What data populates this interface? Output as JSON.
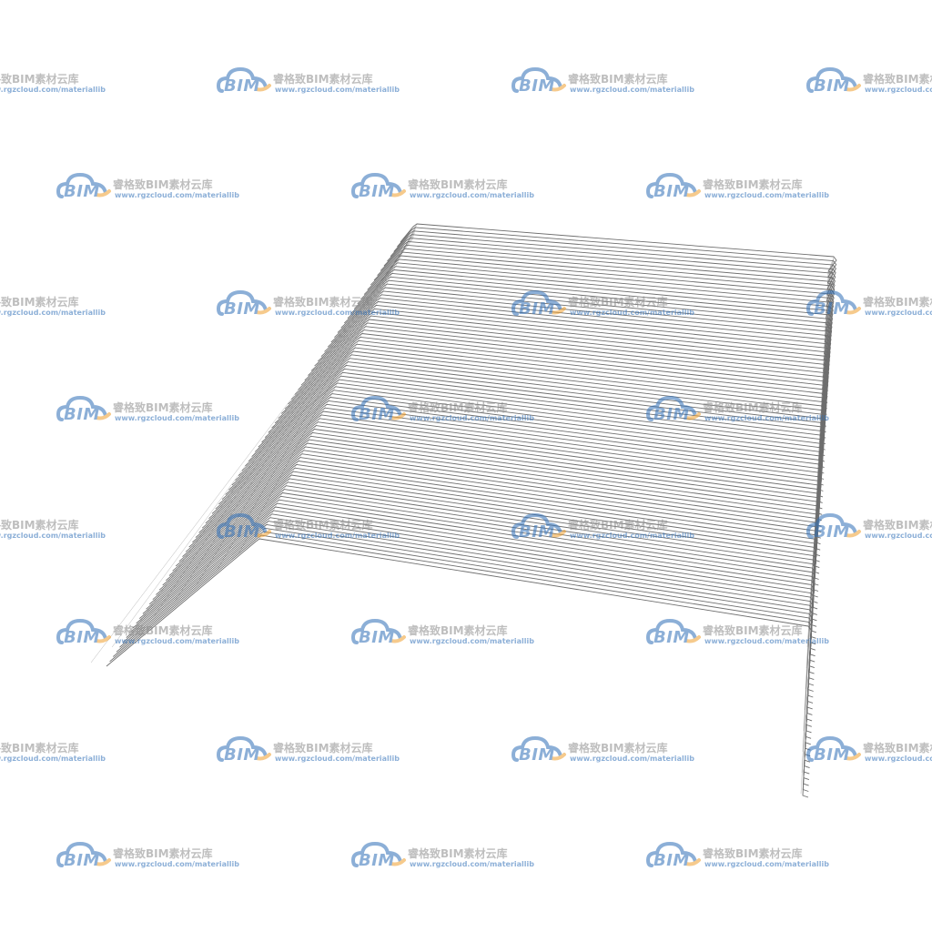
{
  "watermark": {
    "brand": "BIM",
    "title": "睿格致BIM素材云库",
    "url": "www.rgzcloud.com/materiallib",
    "brand_color": "#2f6fb8",
    "accent_color": "#f0a030",
    "text_color": "#8a8a8a"
  },
  "model": {
    "description_icon": "wire-mesh-frame",
    "line_color": "#6e6e6e",
    "background": "#ffffff"
  }
}
